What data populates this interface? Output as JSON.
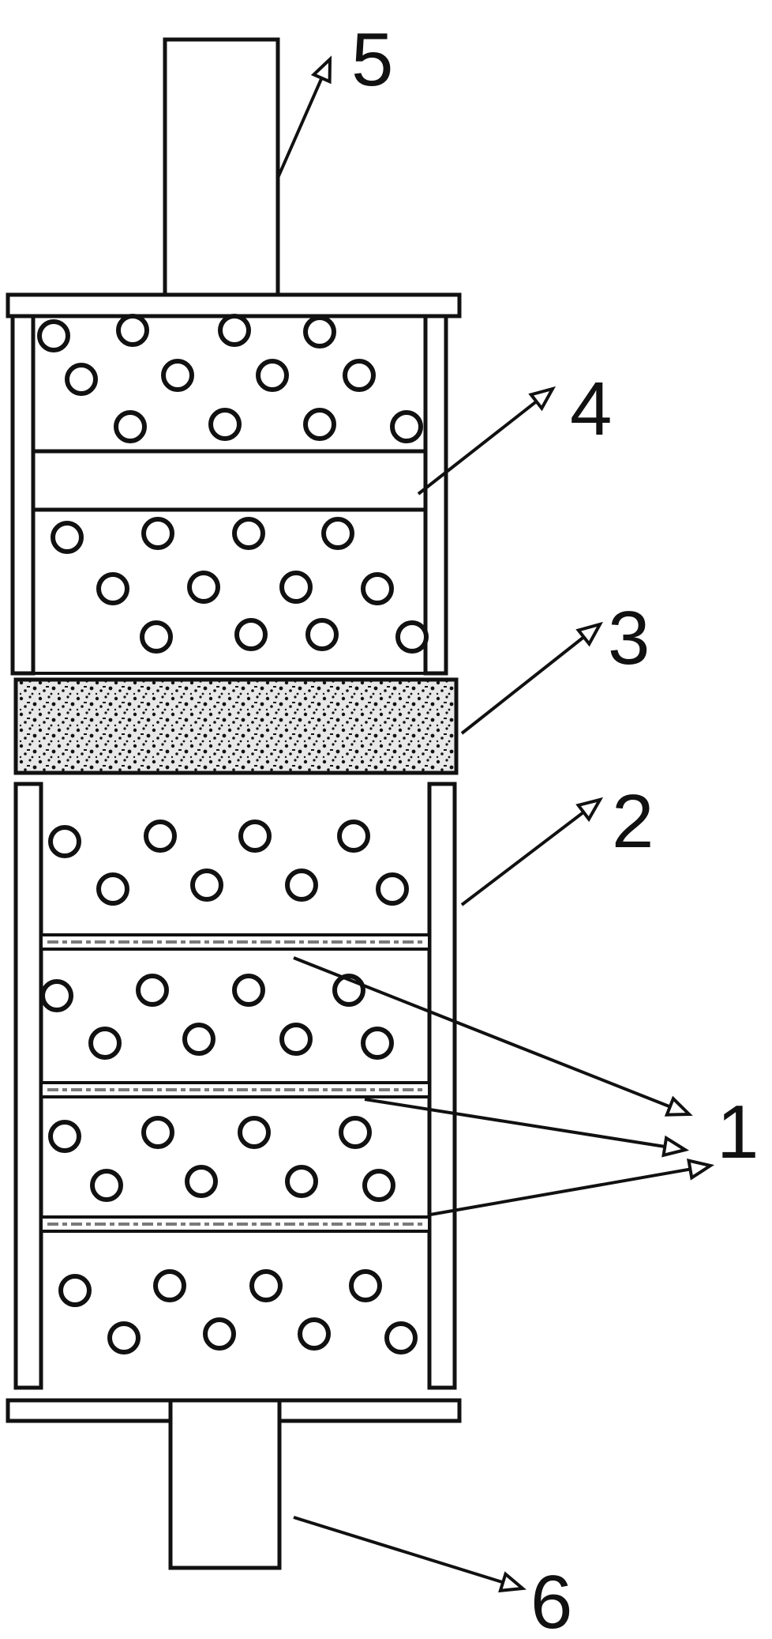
{
  "labels": {
    "l1": "1",
    "l2": "2",
    "l3": "3",
    "l4": "4",
    "l5": "5",
    "l6": "6"
  },
  "colors": {
    "stroke": "#111111",
    "background": "#ffffff",
    "membrane": "#7a7a7a"
  }
}
